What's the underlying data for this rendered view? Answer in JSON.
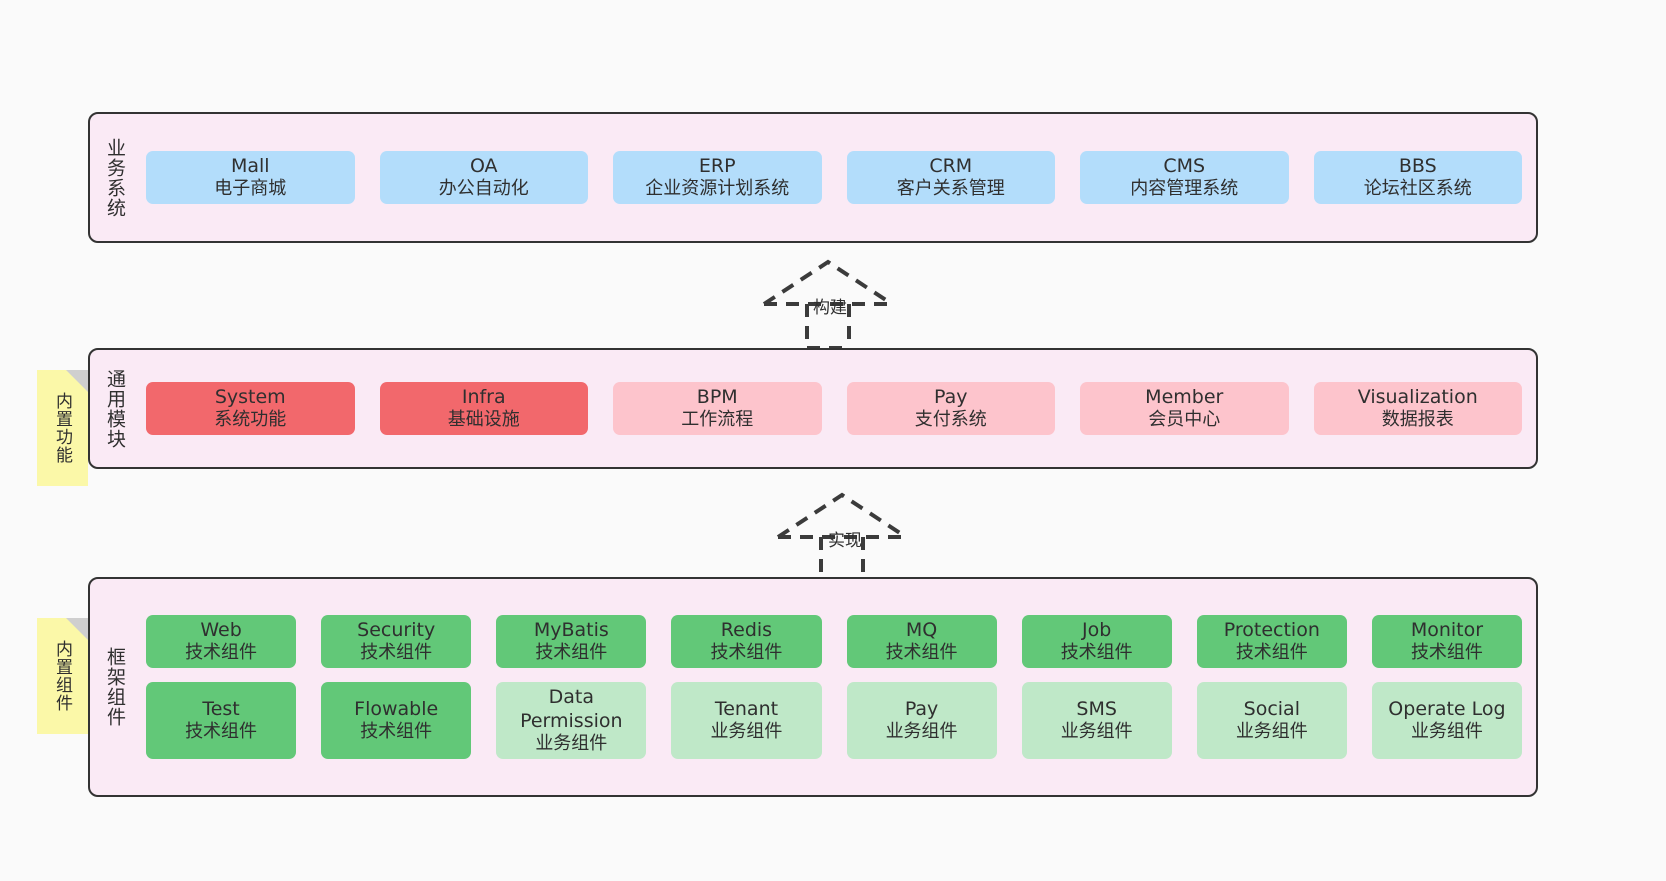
{
  "diagram": {
    "title": "System Architecture Layers",
    "background_color": "#fafafa"
  },
  "layers": [
    {
      "id": "business",
      "title": "业务系统",
      "panel_color": "#faeaf5",
      "rows": [
        {
          "style": "blue",
          "boxes": [
            {
              "name": "Mall",
              "desc": "电子商城"
            },
            {
              "name": "OA",
              "desc": "办公自动化"
            },
            {
              "name": "ERP",
              "desc": "企业资源计划系统"
            },
            {
              "name": "CRM",
              "desc": "客户关系管理"
            },
            {
              "name": "CMS",
              "desc": "内容管理系统"
            },
            {
              "name": "BBS",
              "desc": "论坛社区系统"
            }
          ]
        }
      ]
    },
    {
      "id": "common-modules",
      "title": "通用模块",
      "panel_color": "#faeaf5",
      "rows": [
        {
          "boxes": [
            {
              "name": "System",
              "desc": "系统功能",
              "style": "red"
            },
            {
              "name": "Infra",
              "desc": "基础设施",
              "style": "red"
            },
            {
              "name": "BPM",
              "desc": "工作流程",
              "style": "pink"
            },
            {
              "name": "Pay",
              "desc": "支付系统",
              "style": "pink"
            },
            {
              "name": "Member",
              "desc": "会员中心",
              "style": "pink"
            },
            {
              "name": "Visualization",
              "desc": "数据报表",
              "style": "pink"
            }
          ]
        }
      ]
    },
    {
      "id": "framework-components",
      "title": "框架组件",
      "panel_color": "#faeaf5",
      "rows": [
        {
          "boxes": [
            {
              "name": "Web",
              "desc": "技术组件",
              "style": "green"
            },
            {
              "name": "Security",
              "desc": "技术组件",
              "style": "green"
            },
            {
              "name": "MyBatis",
              "desc": "技术组件",
              "style": "green"
            },
            {
              "name": "Redis",
              "desc": "技术组件",
              "style": "green"
            },
            {
              "name": "MQ",
              "desc": "技术组件",
              "style": "green"
            },
            {
              "name": "Job",
              "desc": "技术组件",
              "style": "green"
            },
            {
              "name": "Protection",
              "desc": "技术组件",
              "style": "green"
            },
            {
              "name": "Monitor",
              "desc": "技术组件",
              "style": "green"
            }
          ]
        },
        {
          "boxes": [
            {
              "name": "Test",
              "desc": "技术组件",
              "style": "green"
            },
            {
              "name": "Flowable",
              "desc": "技术组件",
              "style": "green"
            },
            {
              "name": "Data Permission",
              "desc": "业务组件",
              "style": "lgreen"
            },
            {
              "name": "Tenant",
              "desc": "业务组件",
              "style": "lgreen"
            },
            {
              "name": "Pay",
              "desc": "业务组件",
              "style": "lgreen"
            },
            {
              "name": "SMS",
              "desc": "业务组件",
              "style": "lgreen"
            },
            {
              "name": "Social",
              "desc": "业务组件",
              "style": "lgreen"
            },
            {
              "name": "Operate Log",
              "desc": "业务组件",
              "style": "lgreen"
            }
          ]
        }
      ]
    }
  ],
  "connectors": [
    {
      "id": "build",
      "label": "构建",
      "from": "common-modules",
      "to": "business",
      "style": "dashed-generalization"
    },
    {
      "id": "implement",
      "label": "实现",
      "from": "framework-components",
      "to": "common-modules",
      "style": "dashed-generalization"
    }
  ],
  "notes": [
    {
      "id": "builtin-features",
      "text": "内置功能",
      "color": "#fbf8a8",
      "attached_to": "common-modules"
    },
    {
      "id": "builtin-components",
      "text": "内置组件",
      "color": "#fbf8a8",
      "attached_to": "framework-components"
    }
  ],
  "colors": {
    "panel": "#faeaf5",
    "panel_border": "#333333",
    "blue": "#b3ddfb",
    "red": "#f2686c",
    "pink": "#fdc4cc",
    "green": "#62c878",
    "light_green": "#bfe8c8",
    "note": "#fbf8a8",
    "note_fold": "#cfcfcf",
    "text": "#2f2f2f",
    "connector": "#3b3b3b"
  }
}
